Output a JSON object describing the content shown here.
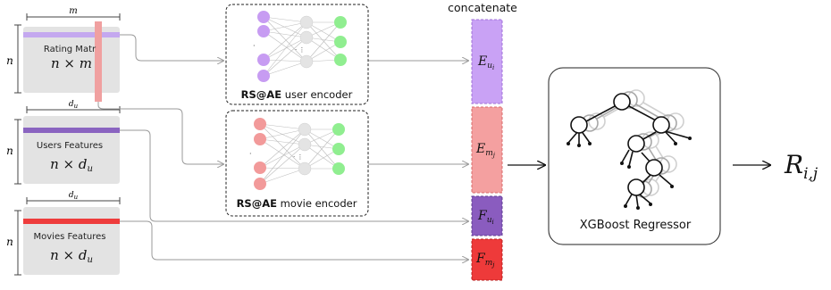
{
  "matrices": {
    "rating": {
      "dim_top": "m",
      "dim_left": "n",
      "label": "Rating Matr",
      "formula": "n × m"
    },
    "users": {
      "dim_top": "d",
      "dim_top_sub": "u",
      "dim_left": "n",
      "label": "Users Features",
      "formula_a": "n × d",
      "formula_sub": "u"
    },
    "movies": {
      "dim_top": "d",
      "dim_top_sub": "u",
      "dim_left": "n",
      "label": "Movies Features",
      "formula_a": "n × d",
      "formula_sub": "u"
    }
  },
  "encoders": {
    "user": {
      "bold": "RS@AE",
      "rest": " user encoder"
    },
    "movie": {
      "bold": "RS@AE",
      "rest": " movie encoder"
    }
  },
  "concat": {
    "title": "concatenate",
    "blocks": [
      {
        "main": "E",
        "sub": "u",
        "subsub": "i"
      },
      {
        "main": "E",
        "sub": "m",
        "subsub": "j"
      },
      {
        "main": "F",
        "sub": "u",
        "subsub": "i"
      },
      {
        "main": "F",
        "sub": "m",
        "subsub": "j"
      }
    ]
  },
  "regressor": {
    "label": "XGBoost Regressor"
  },
  "output": {
    "main": "R",
    "sub": "i,j"
  },
  "colors": {
    "rating_bar": "#c4a8ef",
    "rating_col": "#f0a0a0",
    "users_bar": "#8a64c0",
    "movies_bar": "#ee3c3c",
    "user_nodes": "#c79cf2",
    "movie_nodes": "#f29a9a",
    "hidden_nodes": "#e4e4e4",
    "out_nodes": "#90ee90",
    "block_e_u": "#c9a2f5",
    "block_e_m": "#f4a0a0",
    "block_f_u": "#8a5cbf",
    "block_f_m": "#ee3a3a"
  }
}
